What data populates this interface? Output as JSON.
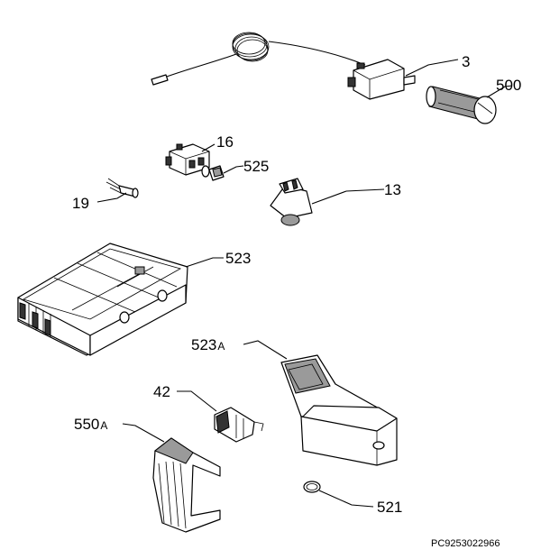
{
  "labels": {
    "l3": "3",
    "l500": "500",
    "l16": "16",
    "l525": "525",
    "l19": "19",
    "l13": "13",
    "l523": "523",
    "l523a_num": "523",
    "l523a_suffix": "A",
    "l42": "42",
    "l550a_num": "550",
    "l550a_suffix": "A",
    "l521": "521"
  },
  "footer": {
    "code": "PC9253022966"
  }
}
